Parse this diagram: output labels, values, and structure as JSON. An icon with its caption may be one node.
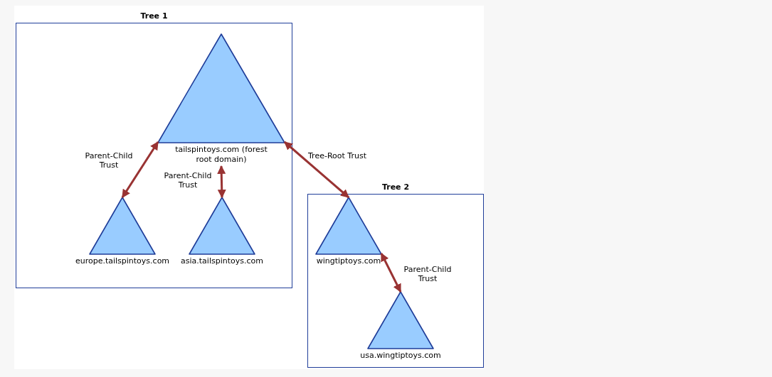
{
  "diagram": {
    "nodes": [
      {
        "text": [
          "Tree 1"
        ]
      },
      {
        "text": [
          "tailspintoys.com (forest root domain)"
        ],
        "in": 0
      },
      {
        "text": [
          "europe.tailspintoys.com"
        ],
        "in": 0
      },
      {
        "text": [
          "asia.tailspintoys.com"
        ],
        "in": 0
      },
      {
        "text": [
          "Tree 2"
        ]
      },
      {
        "text": [
          "wingtiptoys.com"
        ],
        "in": 4
      },
      {
        "text": [
          "usa.wingtiptoys.com"
        ],
        "in": 4
      }
    ],
    "edges": [
      {
        "from": 1,
        "to": 2,
        "arrow": "both",
        "label": "Parent-Child Trust"
      },
      {
        "from": 1,
        "to": 3,
        "arrow": "both",
        "label": "Parent-Child Trust"
      },
      {
        "from": 1,
        "to": 5,
        "arrow": "both",
        "label": "Tree-Root Trust"
      },
      {
        "from": 5,
        "to": 6,
        "arrow": "both",
        "label": "Parent-Child Trust"
      }
    ]
  }
}
